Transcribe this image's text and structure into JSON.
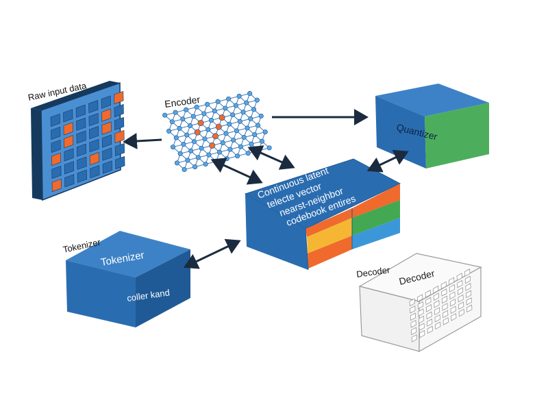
{
  "labels": {
    "raw_input": "Raw input data",
    "encoder": "Encoder",
    "quantizer": "Quantizer",
    "tokenizer_outside": "Tokenizer",
    "tokenizer_face": "Tokenizer",
    "tokenizer_sub": "coller kand",
    "decoder_outside": "Decoder",
    "decoder_face": "Decoder",
    "latent_line1": "Continuous latent",
    "latent_line2": "telecte vector",
    "latent_line3": "nearst-neighbor",
    "latent_line4": "codebook entires"
  },
  "colors": {
    "blue_front": "#2a6cb0",
    "blue_top": "#3d82c6",
    "blue_side": "#1f5a96",
    "green_front": "#4cae5c",
    "orange": "#ef6a2c",
    "yellow": "#f5b733",
    "green_seg": "#43a852",
    "light_blue": "#3b97d8",
    "arrow": "#1b2b3f",
    "decoder_fill": "#f4f4f4",
    "decoder_stroke": "#9a9a9a"
  },
  "icons": [
    "arrow-icon",
    "graph-network-icon",
    "grid-icon"
  ]
}
